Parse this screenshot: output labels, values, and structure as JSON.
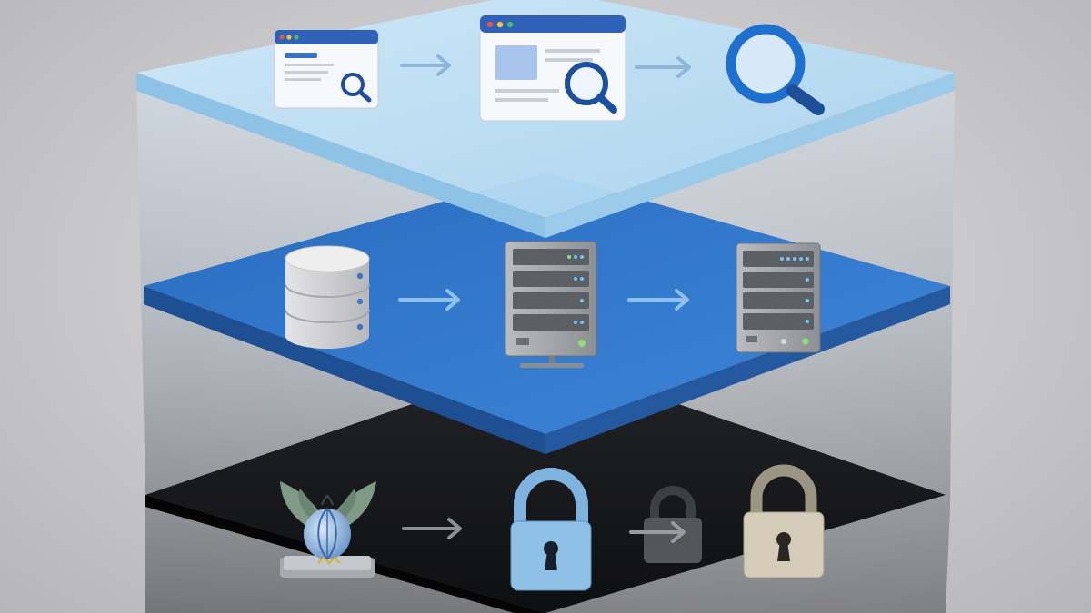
{
  "colors": {
    "background": "#cfcfd1",
    "top_layer": "#bfe0f5",
    "middle_layer": "#2f74c6",
    "bottom_layer": "#17181b",
    "accent_blue": "#1f6fcf",
    "arrow_light": "#8fb5d9",
    "arrow_dark": "#8e8f93",
    "lock_blue": "#8fc0e6",
    "lock_dark": "#55565a",
    "lock_beige": "#d4cbb8"
  },
  "layers": [
    {
      "id": "surface-web",
      "items": [
        {
          "kind": "browser-window-search",
          "icon": "browser-search-icon"
        },
        {
          "kind": "arrow",
          "icon": "arrow-right-icon"
        },
        {
          "kind": "browser-window-search-large",
          "icon": "webpage-search-icon"
        },
        {
          "kind": "arrow",
          "icon": "arrow-right-icon"
        },
        {
          "kind": "magnifier",
          "icon": "magnifier-icon"
        }
      ]
    },
    {
      "id": "deep-web",
      "items": [
        {
          "kind": "database",
          "icon": "database-icon"
        },
        {
          "kind": "arrow",
          "icon": "arrow-right-icon"
        },
        {
          "kind": "server",
          "icon": "server-icon"
        },
        {
          "kind": "arrow",
          "icon": "arrow-right-icon"
        },
        {
          "kind": "server",
          "icon": "server-icon"
        }
      ]
    },
    {
      "id": "dark-web",
      "items": [
        {
          "kind": "onion-emblem",
          "icon": "onion-icon"
        },
        {
          "kind": "arrow",
          "icon": "arrow-right-icon"
        },
        {
          "kind": "padlock",
          "icon": "padlock-blue-icon"
        },
        {
          "kind": "arrow-over-lock",
          "icon": "padlock-dark-arrow-icon"
        },
        {
          "kind": "padlock",
          "icon": "padlock-beige-icon"
        }
      ]
    }
  ]
}
